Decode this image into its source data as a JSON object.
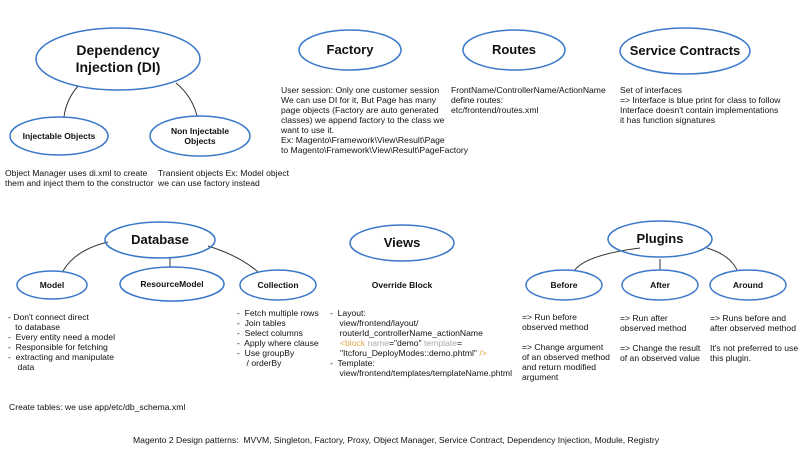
{
  "di": {
    "title": "Dependency Injection (DI)",
    "injectable": "Injectable Objects",
    "non_injectable": "Non Injectable Objects",
    "injectable_note": "Object Manager uses di.xml to create\nthem and inject them to the constructor",
    "non_injectable_note": "Transient objects Ex: Model object\nwe can use factory instead"
  },
  "factory": {
    "title": "Factory",
    "note": "User session: Only one customer session\nWe can use DI for it, But Page has many\npage objects (Factory are auto generated\nclasses) we append factory to the class we\nwant to use it.\nEx: Magento\\Framework\\View\\Result\\Page\nto Magento\\Framework\\View\\Result\\PageFactory"
  },
  "routes": {
    "title": "Routes",
    "note": "FrontName/ControllerName/ActionName\ndefine routes:\netc/frontend/routes.xml"
  },
  "service": {
    "title": "Service Contracts",
    "note": "Set of interfaces\n=> Interface is blue print for class to follow\nInterface doesn't contain implementations\nit has function signatures"
  },
  "database": {
    "title": "Database",
    "model": "Model",
    "resource": "ResourceModel",
    "collection": "Collection",
    "model_note": "- Don't connect direct\n   to database\n-  Every entity need a model\n-  Responsible for fetching\n-  extracting and manipulate\n    data",
    "collection_note": "-  Fetch multiple rows\n-  Join tables\n-  Select columns\n-  Apply where clause\n-  Use groupBy\n    / orderBy",
    "create_tables": "Create tables: we use app/etc/db_schema.xml"
  },
  "views": {
    "title": "Views",
    "subtitle": "Override Block",
    "layout_note": "-  Layout:\n    view/frontend/layout/\n    routerId_controllerName_actionName",
    "code_open": "<block",
    "code_name": " name",
    "code_demo": "=\"demo\"",
    "code_template": " template",
    "code_eq": "=",
    "code_line2": "\"Itcforu_DeployModes::demo.phtml\"",
    "code_close": " />",
    "template_note": "-  Template:\n    view/frontend/templates/templateName.phtml"
  },
  "plugins": {
    "title": "Plugins",
    "before": "Before",
    "after": "After",
    "around": "Around",
    "before_note": "=> Run before\nobserved method\n\n=> Change argument\nof an observed method\nand return modified\nargument",
    "after_note": "=> Run after\nobserved method\n\n=> Change the result\nof an observed value",
    "around_note": "=> Runs before and\nafter observed method\n\nIt's not preferred to use\nthis plugin."
  },
  "footer": "Magento 2 Design patterns:  MVVM, Singleton, Factory, Proxy, Object Manager, Service Contract, Dependency Injection, Module, Registry",
  "colors": {
    "ellipse_stroke": "#3a78c9",
    "connector": "#333333",
    "code_orange": "#e0a84a"
  }
}
